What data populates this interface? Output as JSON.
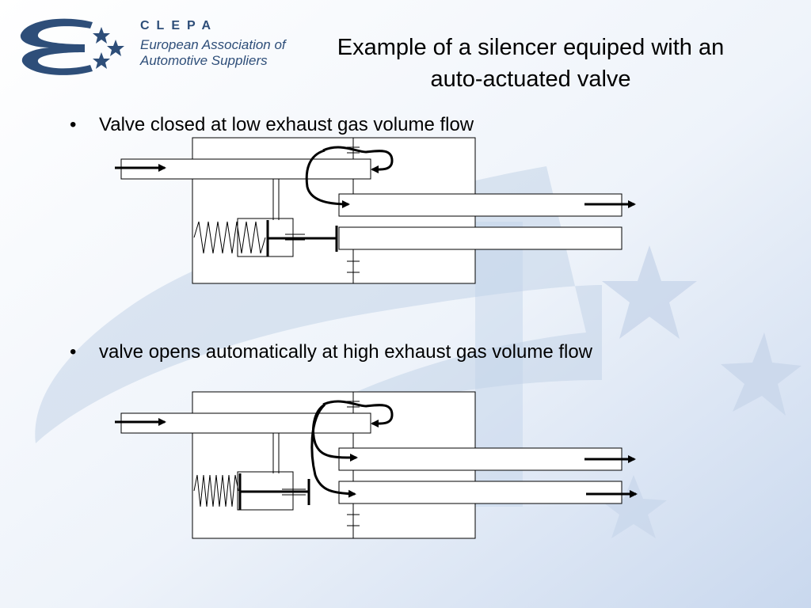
{
  "logo": {
    "name": "CLEPA",
    "line1": "European Association of",
    "line2": "Automotive Suppliers"
  },
  "title": {
    "line1": "Example of a silencer equiped with an",
    "line2": "auto-actuated valve"
  },
  "bullets": [
    {
      "marker": "•",
      "text": "Valve closed at low exhaust gas volume flow"
    },
    {
      "marker": "•",
      "text": "valve opens automatically at high exhaust gas volume flow"
    }
  ],
  "colors": {
    "brand": "#2e4e79",
    "background_swoosh": "#b9cbe3",
    "background_star": "#c8d6ea",
    "lines": "#000000"
  }
}
